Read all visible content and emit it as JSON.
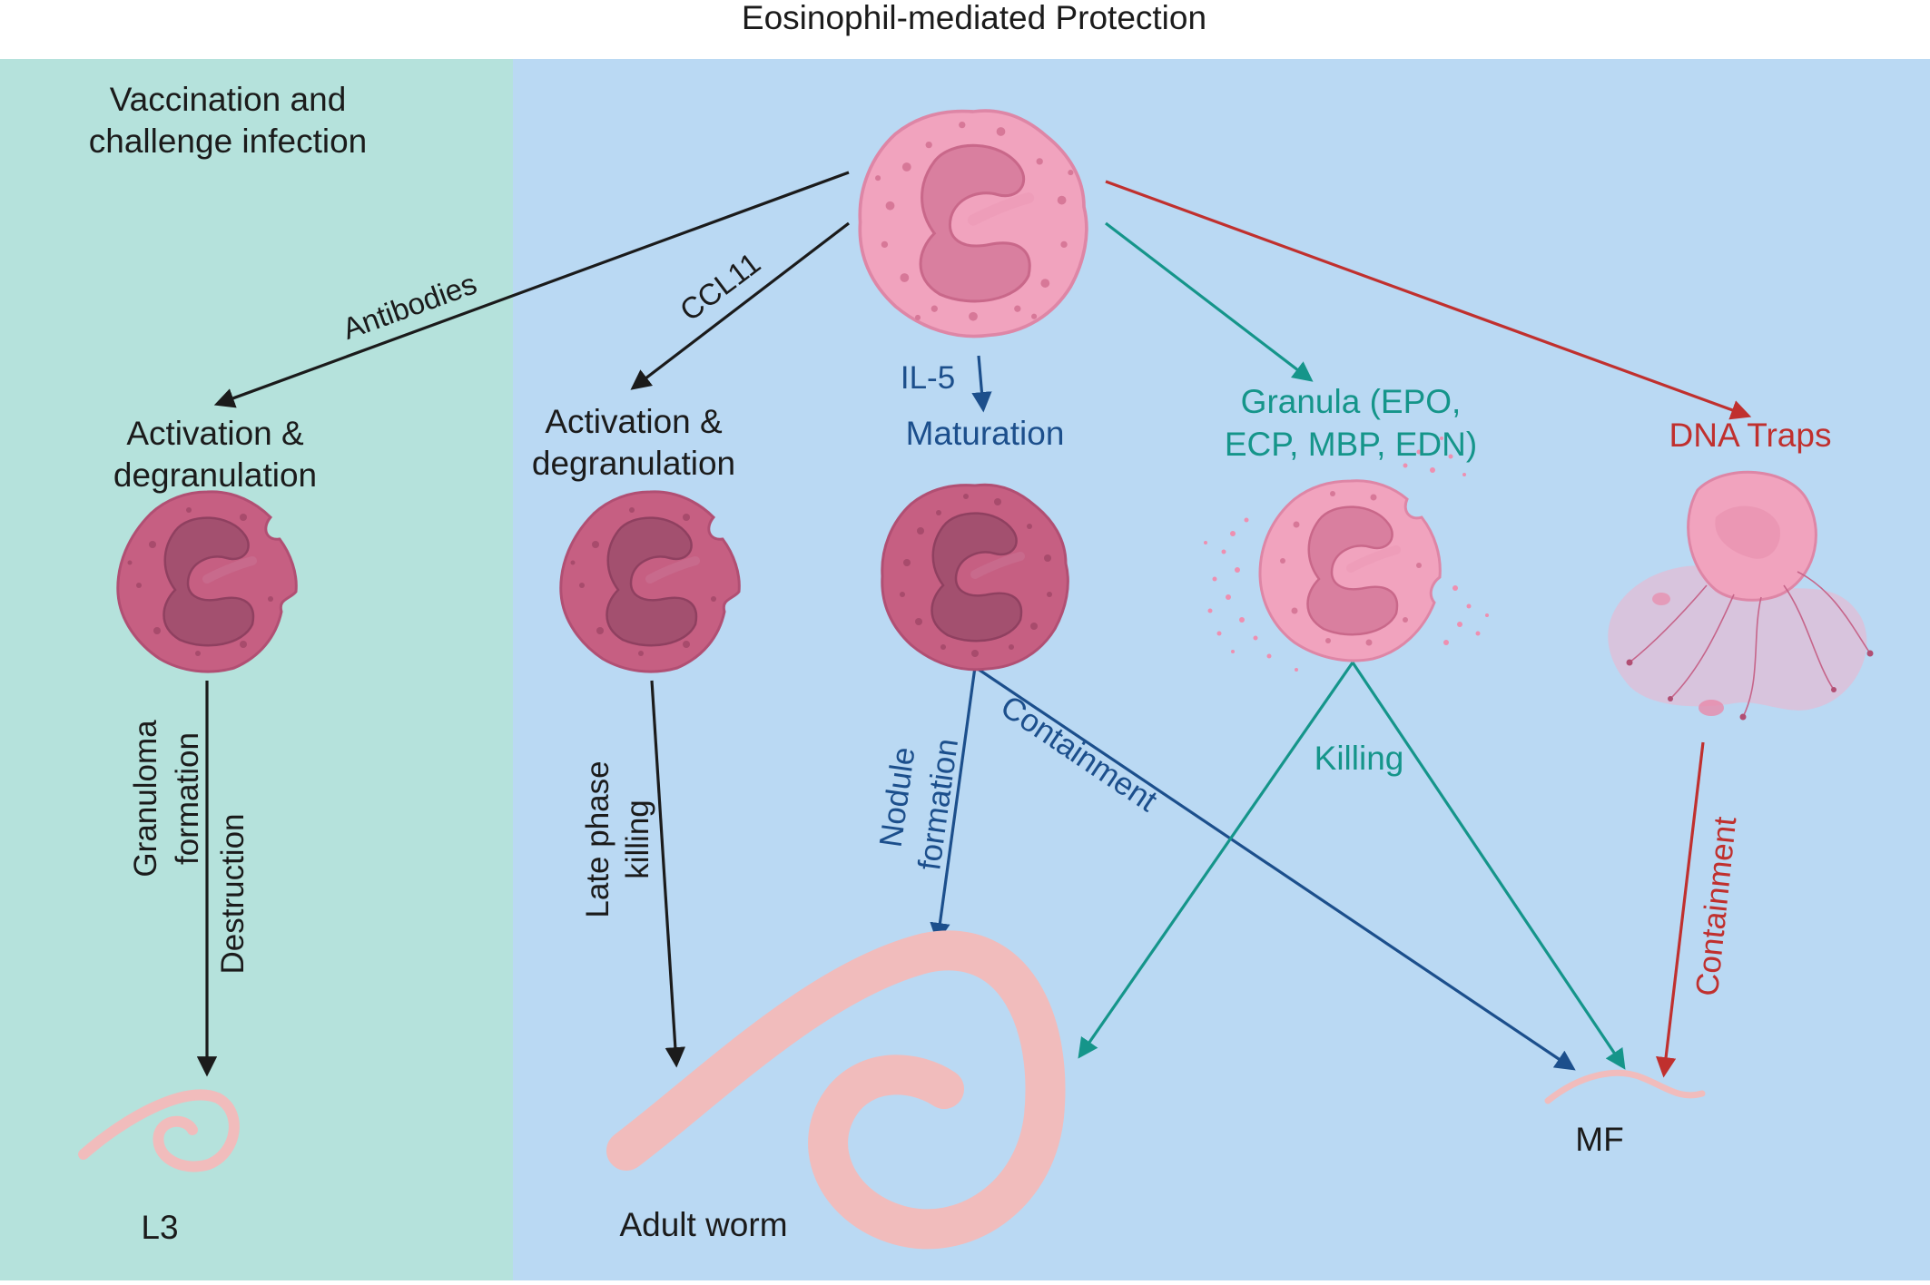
{
  "title": "Eosinophil-mediated Protection",
  "panels": {
    "left": {
      "line1": "Vaccination and",
      "line2": "challenge infection"
    },
    "right": {}
  },
  "colors": {
    "left_bg": "#b5e2dc",
    "right_bg": "#bad9f3",
    "black": "#1b1b1b",
    "navy": "#1c4f8c",
    "teal": "#15958a",
    "red": "#c0302e",
    "cell_light": "#f1a3be",
    "cell_dark": "#c65f82",
    "nucleus_light": "#d97f9f",
    "nucleus_dark": "#a3506f",
    "worm": "#f1bcbc"
  },
  "labels": {
    "antibodies": "Antibodies",
    "ccl11": "CCL11",
    "il5": "IL-5",
    "maturation": "Maturation",
    "granula_l1": "Granula (EPO,",
    "granula_l2": "ECP, MBP, EDN)",
    "dna_traps": "DNA Traps",
    "act1_l1": "Activation &",
    "act1_l2": "degranulation",
    "act2_l1": "Activation &",
    "act2_l2": "degranulation",
    "granuloma_l1": "Granuloma",
    "granuloma_l2": "formation",
    "destruction": "Destruction",
    "late_l1": "Late phase",
    "late_l2": "killing",
    "nodule_l1": "Nodule",
    "nodule_l2": "formation",
    "containment_navy": "Containment",
    "killing": "Killing",
    "containment_red": "Containment",
    "l3": "L3",
    "adult_worm": "Adult worm",
    "mf": "MF"
  }
}
